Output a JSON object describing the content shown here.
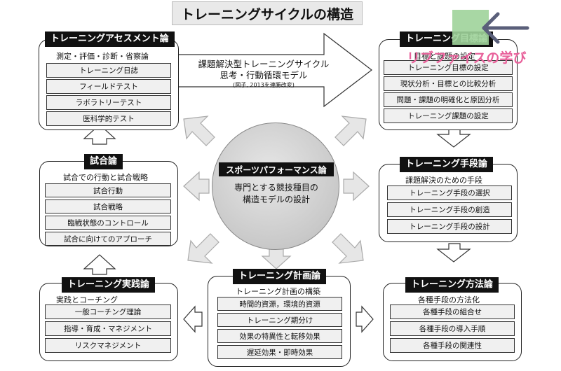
{
  "title": "トレーニングサイクルの構造",
  "watermark_text": "リブファイスの学び",
  "center": {
    "title": "スポーツパフォーマンス論",
    "line1": "専門とする競技種目の",
    "line2": "構造モデルの設計"
  },
  "big_arrow": {
    "line1": "課題解決型トレーニングサイクル",
    "line2": "思考・行動循環モデル",
    "note": "(図子, 2013を連勝改変)"
  },
  "panels": {
    "assessment": {
      "title": "トレーニングアセスメント論",
      "subtitle": "測定・評価・診断・省察論",
      "items": [
        "トレーニング日誌",
        "フィールドテスト",
        "ラボラトリーテスト",
        "医科学的テスト"
      ]
    },
    "goal": {
      "title": "トレーニング目標論",
      "subtitle": "目標と課題の設定",
      "items": [
        "トレーニング目標の設定",
        "現状分析・目標との比較分析",
        "問題・課題の明確化と原因分析",
        "トレーニング課題の設定"
      ]
    },
    "means": {
      "title": "トレーニング手段論",
      "subtitle": "課題解決のための手段",
      "items": [
        "トレーニング手段の選択",
        "トレーニング手段の創造",
        "トレーニング手段の設計"
      ]
    },
    "method": {
      "title": "トレーニング方法論",
      "subtitle": "各種手段の方法化",
      "items": [
        "各種手段の組合せ",
        "各種手段の導入手順",
        "各種手段の関連性"
      ]
    },
    "plan": {
      "title": "トレーニング計画論",
      "subtitle": "トレーニング計画の構築",
      "items": [
        "時間的資源，環境的資源",
        "トレーニング期分け",
        "効果の特異性と転移効果",
        "遅延効果・即時効果"
      ]
    },
    "practice": {
      "title": "トレーニング実践論",
      "subtitle": "実践とコーチング",
      "items": [
        "一般コーチング理論",
        "指導・育成・マネジメント",
        "リスクマネジメント"
      ]
    },
    "match": {
      "title": "試合論",
      "subtitle": "試合での行動と試合戦略",
      "items": [
        "試合行動",
        "試合戦略",
        "臨戦状態のコントロール",
        "試合に向けてのアプローチ"
      ]
    }
  }
}
